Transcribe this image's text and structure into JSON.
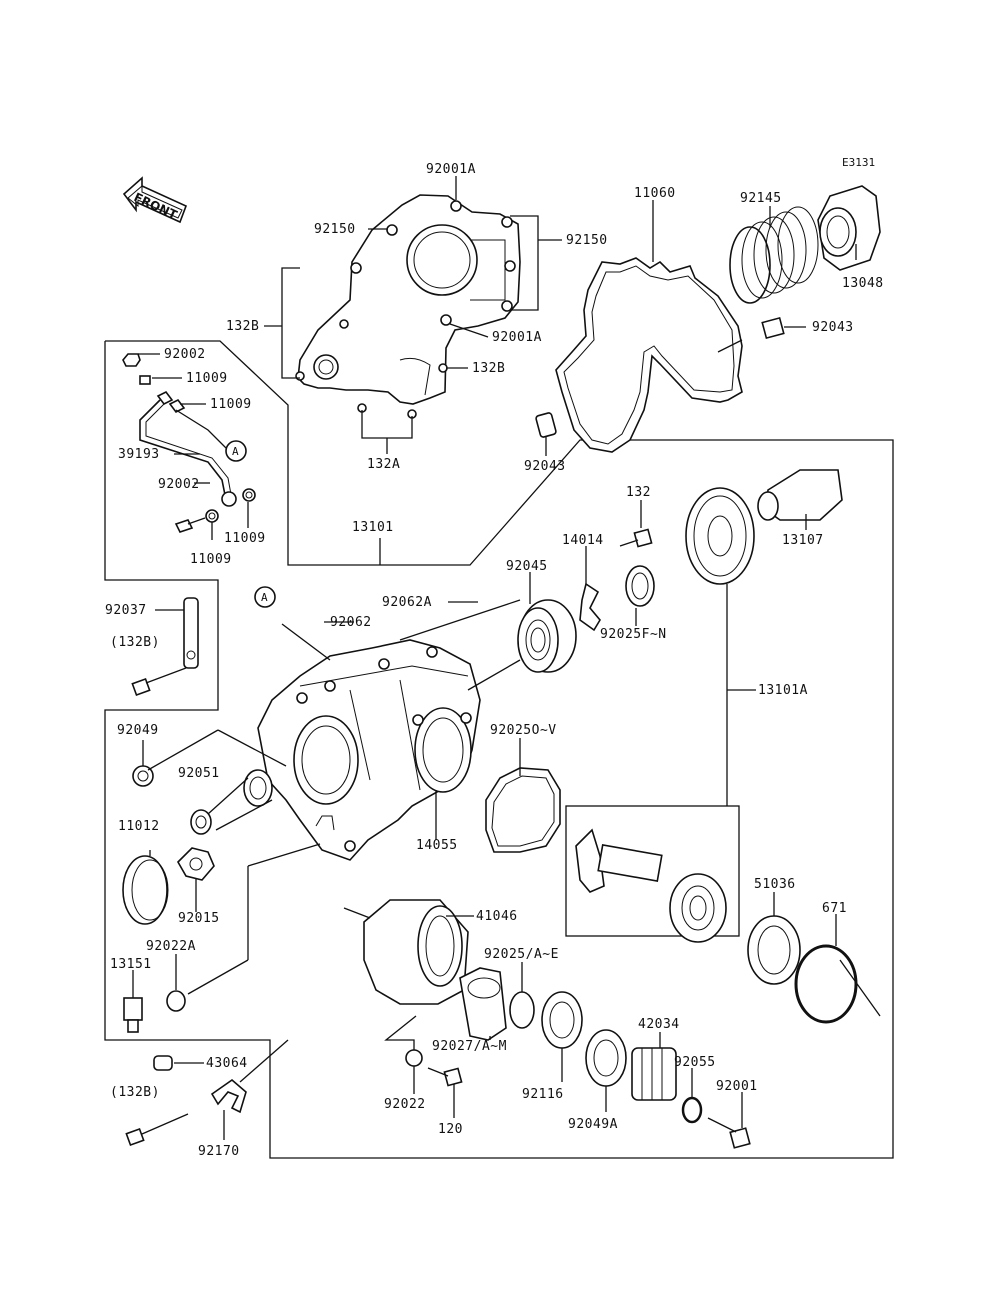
{
  "diagram_code": "E3131",
  "front_arrow_label": "FRONT",
  "callout_marker": "A",
  "labels": {
    "p92001A_top": "92001A",
    "p92150_left": "92150",
    "p92150_right": "92150",
    "p11060": "11060",
    "p92145": "92145",
    "p13048": "13048",
    "p132B_left": "132B",
    "p92001A_mid": "92001A",
    "p132B_right": "132B",
    "p92043_right": "92043",
    "p92002_top": "92002",
    "p11009_a": "11009",
    "p11009_b": "11009",
    "p39193": "39193",
    "p132A": "132A",
    "p92043_left": "92043",
    "p92002_low": "92002",
    "p11009_c": "11009",
    "p11009_d": "11009",
    "p13101": "13101",
    "p132_top": "132",
    "p13107": "13107",
    "p14014": "14014",
    "p92045": "92045",
    "p92037": "92037",
    "p92062A": "92062A",
    "p92062": "92062",
    "p92025F": "92025F~N",
    "p132B_paren_1": "(132B)",
    "p13101A": "13101A",
    "p92049": "92049",
    "p92025O": "92025O~V",
    "p92051": "92051",
    "p11012": "11012",
    "p14055": "14055",
    "p51036": "51036",
    "p671": "671",
    "p92015": "92015",
    "p41046": "41046",
    "p92022A": "92022A",
    "p13151": "13151",
    "p92025A": "92025/A~E",
    "p42034": "42034",
    "p92027": "92027/A~M",
    "p43064": "43064",
    "p92055": "92055",
    "p132B_paren_2": "(132B)",
    "p92001": "92001",
    "p92022": "92022",
    "p92116": "92116",
    "p92049A": "92049A",
    "p92170": "92170",
    "p120": "120"
  }
}
